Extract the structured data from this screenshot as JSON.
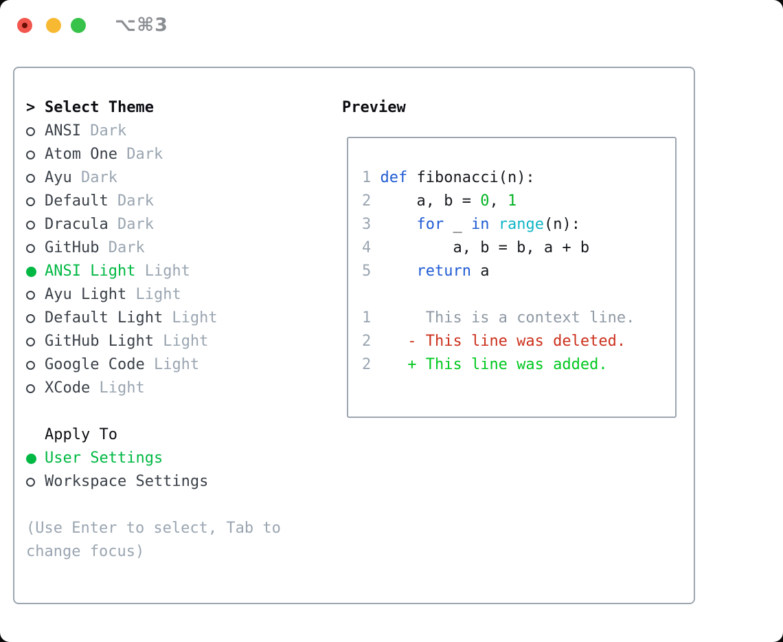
{
  "titlebar": {
    "title": "⌥⌘3"
  },
  "theme_select": {
    "prompt_char": ">",
    "title": "Select Theme",
    "themes": [
      {
        "name": "ANSI",
        "variant": "Dark",
        "selected": false
      },
      {
        "name": "Atom One",
        "variant": "Dark",
        "selected": false
      },
      {
        "name": "Ayu",
        "variant": "Dark",
        "selected": false
      },
      {
        "name": "Default",
        "variant": "Dark",
        "selected": false
      },
      {
        "name": "Dracula",
        "variant": "Dark",
        "selected": false
      },
      {
        "name": "GitHub",
        "variant": "Dark",
        "selected": false
      },
      {
        "name": "ANSI Light",
        "variant": "Light",
        "selected": true
      },
      {
        "name": "Ayu Light",
        "variant": "Light",
        "selected": false
      },
      {
        "name": "Default Light",
        "variant": "Light",
        "selected": false
      },
      {
        "name": "GitHub Light",
        "variant": "Light",
        "selected": false
      },
      {
        "name": "Google Code",
        "variant": "Light",
        "selected": false
      },
      {
        "name": "XCode",
        "variant": "Light",
        "selected": false
      }
    ]
  },
  "apply_to": {
    "title": "Apply To",
    "options": [
      {
        "label": "User Settings",
        "selected": true
      },
      {
        "label": "Workspace Settings",
        "selected": false
      }
    ]
  },
  "help": {
    "line1": "(Use Enter to select, Tab to",
    "line2": "change focus)"
  },
  "preview": {
    "title": "Preview",
    "code_lines": [
      {
        "num": "1",
        "tokens": [
          [
            "kw",
            "def"
          ],
          [
            "pl",
            " fibonacci(n):"
          ]
        ]
      },
      {
        "num": "2",
        "tokens": [
          [
            "pl",
            "    a, b = "
          ],
          [
            "num",
            "0"
          ],
          [
            "pl",
            ", "
          ],
          [
            "num",
            "1"
          ]
        ]
      },
      {
        "num": "3",
        "tokens": [
          [
            "pl",
            "    "
          ],
          [
            "kw",
            "for"
          ],
          [
            "pl",
            " _ "
          ],
          [
            "kw",
            "in"
          ],
          [
            "pl",
            " "
          ],
          [
            "fn",
            "range"
          ],
          [
            "pl",
            "(n):"
          ]
        ]
      },
      {
        "num": "4",
        "tokens": [
          [
            "pl",
            "        a, b = b, a + b"
          ]
        ]
      },
      {
        "num": "5",
        "tokens": [
          [
            "pl",
            "    "
          ],
          [
            "kw",
            "return"
          ],
          [
            "pl",
            " a"
          ]
        ]
      },
      {
        "num": "",
        "tokens": []
      },
      {
        "num": "1",
        "tokens": [
          [
            "ctx",
            "     This is a context line."
          ]
        ]
      },
      {
        "num": "2",
        "tokens": [
          [
            "del",
            "   - This line was deleted."
          ]
        ]
      },
      {
        "num": "2",
        "tokens": [
          [
            "add",
            "   + This line was added."
          ]
        ]
      }
    ]
  },
  "colors": {
    "ink": "#15181d",
    "name": "#3a4048",
    "muted": "#9aa5b1",
    "border": "#9ca5b0",
    "kw": "#1f5bd3",
    "fn": "#0fb5c5",
    "numv": "#00b321",
    "ctx": "#8f99a4",
    "del": "#cc2f1b",
    "add": "#00c81f",
    "sel": "#00b843",
    "title-gray": "#8b8e93",
    "tl-red": "#f2564d",
    "tl-red-dot": "#6b0f06",
    "tl-yellow": "#f7b932",
    "tl-green": "#37c24a"
  }
}
